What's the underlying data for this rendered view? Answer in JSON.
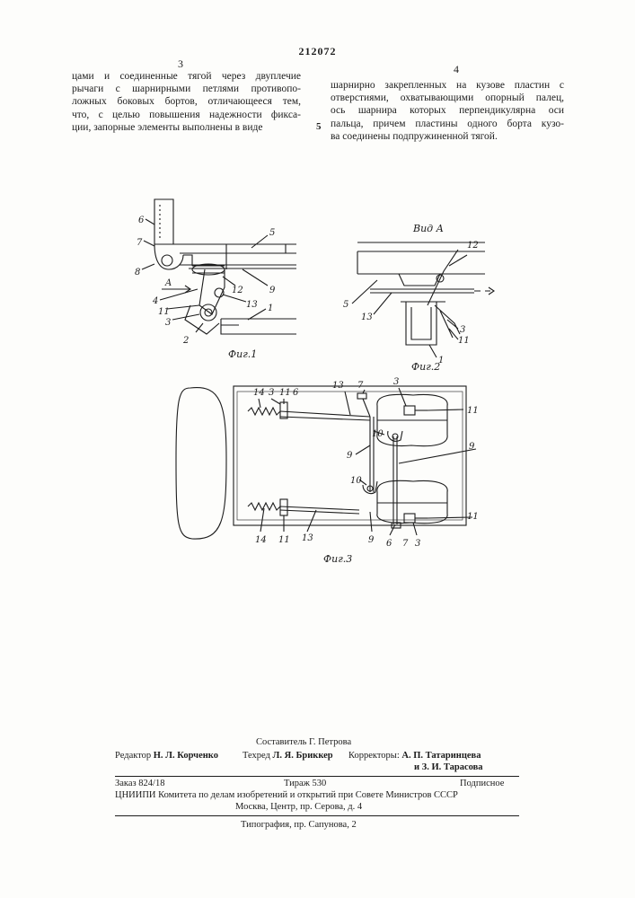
{
  "patent_number": "212072",
  "left_column": {
    "number": "3",
    "lines": [
      "цами и соединенные тягой через двуплечие",
      "рычаги с шарнирными петлями противопо-",
      "ложных боковых бортов, отличающееся тем,",
      "что, с целью повышения надежности фикса-",
      "ции, запорные элементы выполнены в виде"
    ]
  },
  "right_column": {
    "number": "4",
    "lines": [
      "шарнирно закрепленных на кузове пластин с",
      "отверстиями, охватывающими опорный палец,",
      "ось шарнира которых перпендикулярна оси",
      "пальца, причем пластины одного борта кузо-",
      "ва соединены подпружиненной тягой."
    ]
  },
  "line_marker": "5",
  "figures": {
    "fig1": {
      "caption": "Фиг.1",
      "labels": [
        "6",
        "7",
        "8",
        "A",
        "4",
        "11",
        "3",
        "2",
        "5",
        "12",
        "9",
        "13",
        "1"
      ]
    },
    "fig2": {
      "caption": "Фиг.2",
      "view_title": "Вид А",
      "labels": [
        "12",
        "5",
        "13",
        "3",
        "11",
        "1"
      ]
    },
    "fig3": {
      "caption": "Фиг.3",
      "labels": [
        "14",
        "3",
        "11",
        "6",
        "13",
        "7",
        "3",
        "11",
        "10",
        "9",
        "9",
        "10",
        "14",
        "11",
        "13",
        "9",
        "6",
        "7",
        "3",
        "11"
      ]
    }
  },
  "footer": {
    "compiler": "Составитель Г. Петрова",
    "editor_label": "Редактор",
    "editor": "Н. Л. Корченко",
    "tech_label": "Техред",
    "tech": "Л. Я. Бриккер",
    "correctors_label": "Корректоры:",
    "corrector1": "А. П. Татаринцева",
    "corrector2": "и З. И. Тарасова",
    "order": "Заказ 824/18",
    "circulation": "Тираж 530",
    "subscription": "Подписное",
    "institute": "ЦНИИПИ Комитета по делам изобретений и открытий при Совете Министров СССР",
    "address": "Москва, Центр, пр. Серова, д. 4",
    "printer": "Типография, пр. Сапунова, 2"
  }
}
